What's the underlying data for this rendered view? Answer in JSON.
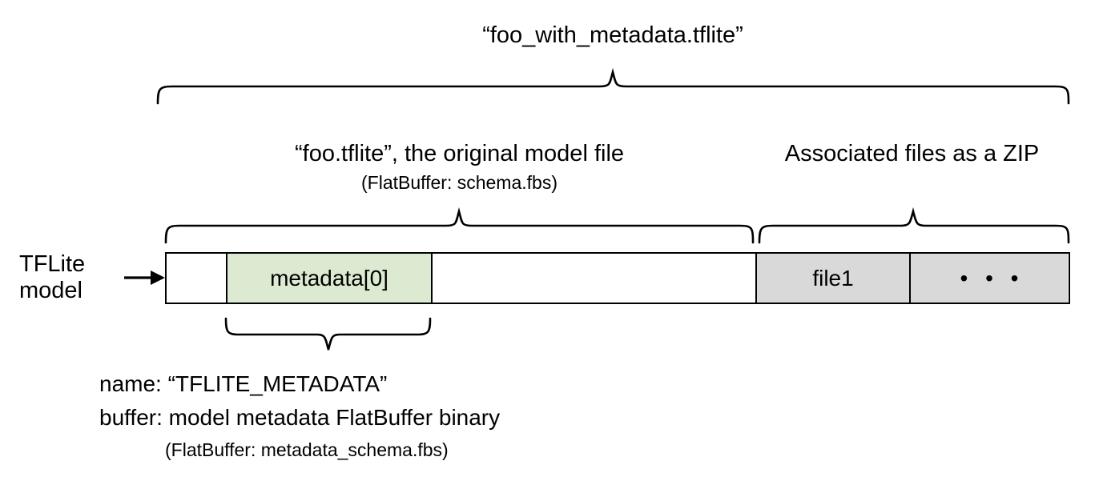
{
  "diagram": {
    "title": "“foo_with_metadata.tflite”",
    "left_label": {
      "line1": "TFLite",
      "line2": "model"
    },
    "sections": {
      "model": {
        "caption": "“foo.tflite”, the original model file",
        "caption_sub": "(FlatBuffer: schema.fbs)"
      },
      "zip": {
        "caption": "Associated files as a ZIP"
      }
    },
    "bar_cells": [
      {
        "name": "blank-left",
        "label": "",
        "fill": "#ffffff"
      },
      {
        "name": "metadata",
        "label": "metadata[0]",
        "fill": "#dbead1"
      },
      {
        "name": "blank-right",
        "label": "",
        "fill": "#ffffff"
      },
      {
        "name": "file1",
        "label": "file1",
        "fill": "#d9d9d9"
      },
      {
        "name": "more-files",
        "label": "• • •",
        "fill": "#d9d9d9"
      }
    ],
    "metadata_note": {
      "line1": "name: “TFLITE_METADATA”",
      "line2": "buffer: model metadata FlatBuffer binary",
      "line3": "(FlatBuffer: metadata_schema.fbs)"
    },
    "colors": {
      "metadata_fill": "#dbead1",
      "zip_fill": "#d9d9d9",
      "stroke": "#000000",
      "background": "#ffffff"
    }
  }
}
